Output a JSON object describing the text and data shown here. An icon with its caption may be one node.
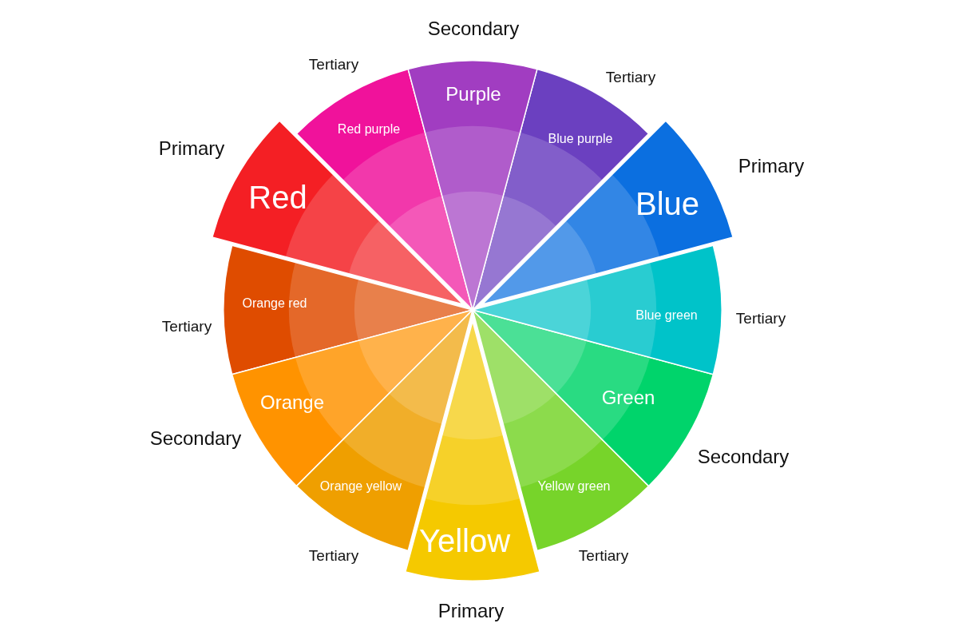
{
  "diagram": {
    "nodes": [
      {
        "text": [
          "Purple"
        ],
        "beside": [
          "Secondary"
        ]
      },
      {
        "text": [
          "Blue purple"
        ],
        "beside": [
          "Tertiary"
        ]
      },
      {
        "text": [
          "Blue"
        ],
        "beside": [
          "Primary"
        ]
      },
      {
        "text": [
          "Blue green"
        ],
        "beside": [
          "Tertiary"
        ]
      },
      {
        "text": [
          "Green"
        ],
        "beside": [
          "Secondary"
        ]
      },
      {
        "text": [
          "Yellow green"
        ],
        "beside": [
          "Tertiary"
        ]
      },
      {
        "text": [
          "Yellow"
        ],
        "beside": [
          "Primary"
        ]
      },
      {
        "text": [
          "Orange yellow"
        ],
        "beside": [
          "Tertiary"
        ]
      },
      {
        "text": [
          "Orange"
        ],
        "beside": [
          "Secondary"
        ]
      },
      {
        "text": [
          "Orange red"
        ],
        "beside": [
          "Tertiary"
        ]
      },
      {
        "text": [
          "Red"
        ],
        "beside": [
          "Primary"
        ]
      },
      {
        "text": [
          "Red purple"
        ],
        "beside": [
          "Tertiary"
        ]
      }
    ]
  }
}
